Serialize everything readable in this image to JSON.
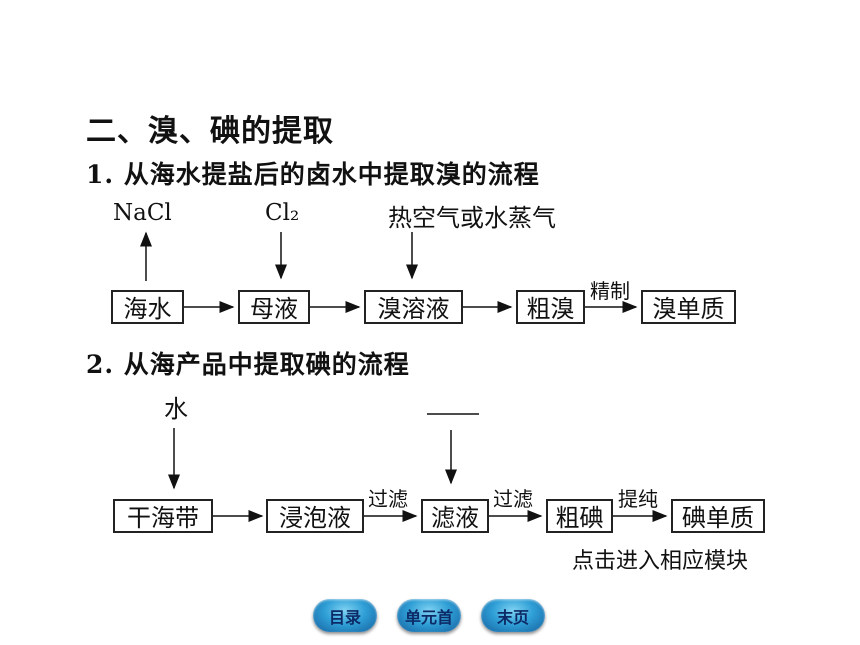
{
  "section_title": "二、溴、碘的提取",
  "bromine": {
    "heading": "1. 从海水提盐后的卤水中提取溴的流程",
    "boxes": [
      "海水",
      "母液",
      "溴溶液",
      "粗溴",
      "溴单质"
    ],
    "inputs": {
      "nacl": "NaCl",
      "cl2": "Cl₂",
      "steam": "热空气或水蒸气"
    },
    "step_label": "精制"
  },
  "iodine": {
    "heading": "2. 从海产品中提取碘的流程",
    "boxes": [
      "干海带",
      "浸泡液",
      "滤液",
      "粗碘",
      "碘单质"
    ],
    "input_water": "水",
    "blank_input": "",
    "step_labels": [
      "过滤",
      "过滤",
      "提纯"
    ]
  },
  "hint": "点击进入相应模块",
  "nav": {
    "contents": "目录",
    "unit_first": "单元首",
    "last_page": "末页"
  }
}
